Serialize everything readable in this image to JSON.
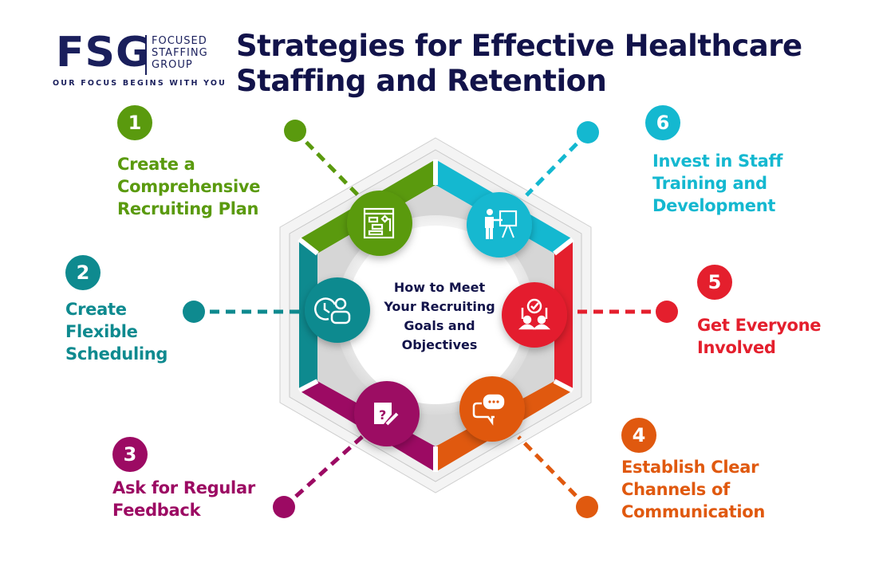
{
  "logo": {
    "mark": "FSG",
    "name_lines": [
      "FOCUSED",
      "STAFFING",
      "GROUP"
    ],
    "tagline": "OUR FOCUS BEGINS WITH YOU"
  },
  "header": {
    "title_lines": [
      "Strategies for Effective Healthcare",
      "Staffing and Retention"
    ]
  },
  "center": {
    "lines": [
      "How to Meet",
      "Your Recruiting",
      "Goals and",
      "Objectives"
    ]
  },
  "colors": {
    "title": "#12134a",
    "green": "#5a9a0e",
    "teal": "#0e8a8f",
    "magenta": "#9c0a63",
    "orange": "#e0590f",
    "red": "#e41f2d",
    "cyan": "#14b8d0"
  },
  "strategies": [
    {
      "number": "1",
      "label_lines": [
        "Create a",
        "Comprehensive",
        "Recruiting Plan"
      ],
      "icon": "flowchart-plan-icon",
      "color": "#5a9a0e"
    },
    {
      "number": "2",
      "label_lines": [
        "Create",
        "Flexible",
        "Scheduling"
      ],
      "icon": "clock-person-icon",
      "color": "#0e8a8f"
    },
    {
      "number": "3",
      "label_lines": [
        "Ask for Regular",
        "Feedback"
      ],
      "icon": "question-note-pencil-icon",
      "color": "#9c0a63"
    },
    {
      "number": "4",
      "label_lines": [
        "Establish Clear",
        "Channels of",
        "Communication"
      ],
      "icon": "chat-bubbles-icon",
      "color": "#e0590f"
    },
    {
      "number": "5",
      "label_lines": [
        "Get Everyone",
        "Involved"
      ],
      "icon": "team-checkmark-icon",
      "color": "#e41f2d"
    },
    {
      "number": "6",
      "label_lines": [
        "Invest in Staff",
        "Training and",
        "Development"
      ],
      "icon": "presenter-board-icon",
      "color": "#14b8d0"
    }
  ]
}
